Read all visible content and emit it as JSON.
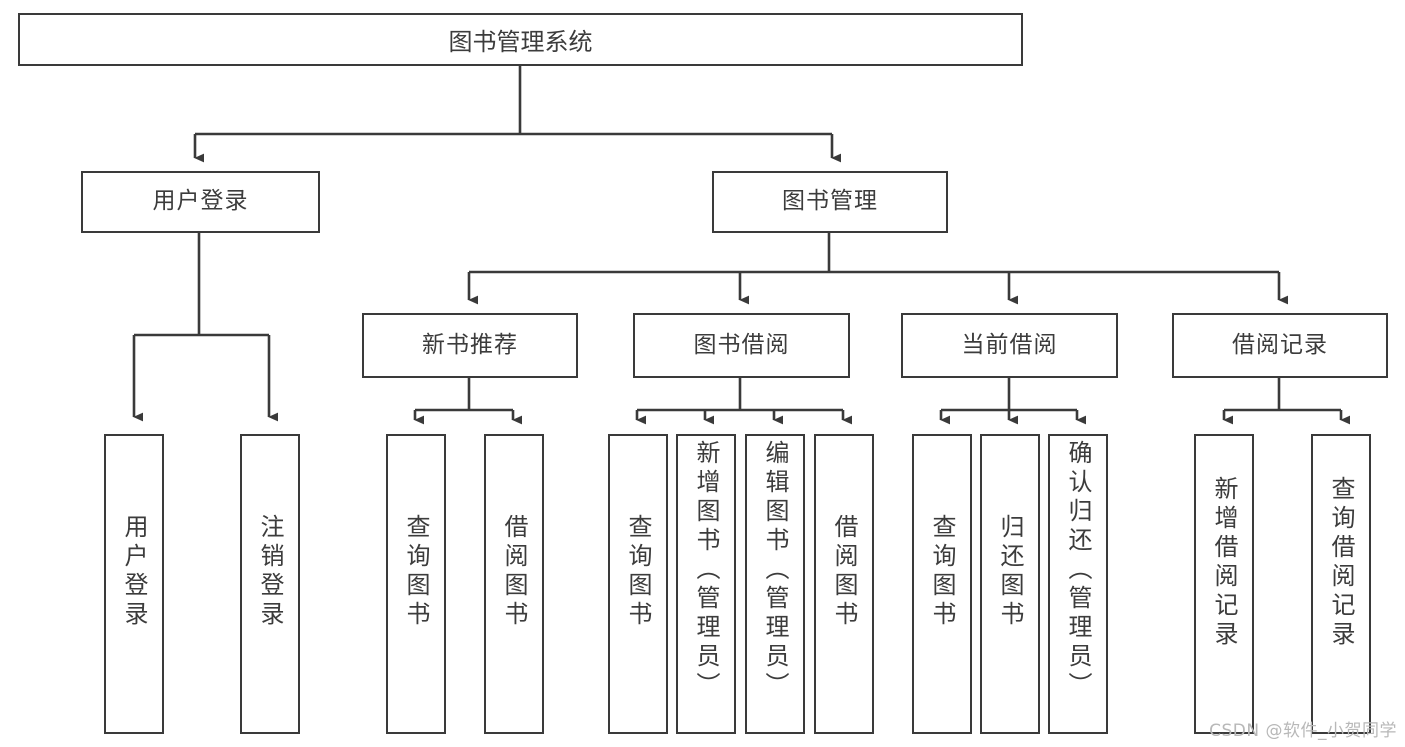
{
  "diagram": {
    "type": "tree-hierarchy",
    "title": "图书管理系统",
    "watermark": "CSDN @软件_小贺同学",
    "colors": {
      "box_border": "#3a3a3a",
      "box_fill": "#ffffff",
      "text": "#3c3c3c",
      "connector": "#3a3a3a",
      "watermark": "#b8b8b8",
      "background": "#ffffff"
    },
    "root": {
      "label": "图书管理系统"
    },
    "level2": [
      {
        "id": "user-login",
        "label": "用户登录"
      },
      {
        "id": "book-management",
        "label": "图书管理"
      }
    ],
    "level3": [
      {
        "id": "new-book-recommend",
        "label": "新书推荐",
        "parent": "book-management"
      },
      {
        "id": "book-borrow",
        "label": "图书借阅",
        "parent": "book-management"
      },
      {
        "id": "current-borrow",
        "label": "当前借阅",
        "parent": "book-management"
      },
      {
        "id": "borrow-record",
        "label": "借阅记录",
        "parent": "book-management"
      }
    ],
    "leaves": {
      "user_login": [
        {
          "id": "leaf-user-login",
          "label": "用户登录"
        },
        {
          "id": "leaf-logout-login",
          "label": "注销登录"
        }
      ],
      "new_book_recommend": [
        {
          "id": "leaf-query-book-1",
          "label": "查询图书"
        },
        {
          "id": "leaf-borrow-book-1",
          "label": "借阅图书"
        }
      ],
      "book_borrow": [
        {
          "id": "leaf-query-book-2",
          "label": "查询图书"
        },
        {
          "id": "leaf-add-book",
          "label": "新增图书（管理员）"
        },
        {
          "id": "leaf-edit-book",
          "label": "编辑图书（管理员）"
        },
        {
          "id": "leaf-borrow-book-2",
          "label": "借阅图书"
        }
      ],
      "current_borrow": [
        {
          "id": "leaf-query-book-3",
          "label": "查询图书"
        },
        {
          "id": "leaf-return-book",
          "label": "归还图书"
        },
        {
          "id": "leaf-confirm-return",
          "label": "确认归还（管理员）"
        }
      ],
      "borrow_record": [
        {
          "id": "leaf-add-record",
          "label": "新增借阅记录"
        },
        {
          "id": "leaf-query-record",
          "label": "查询借阅记录"
        }
      ]
    }
  }
}
